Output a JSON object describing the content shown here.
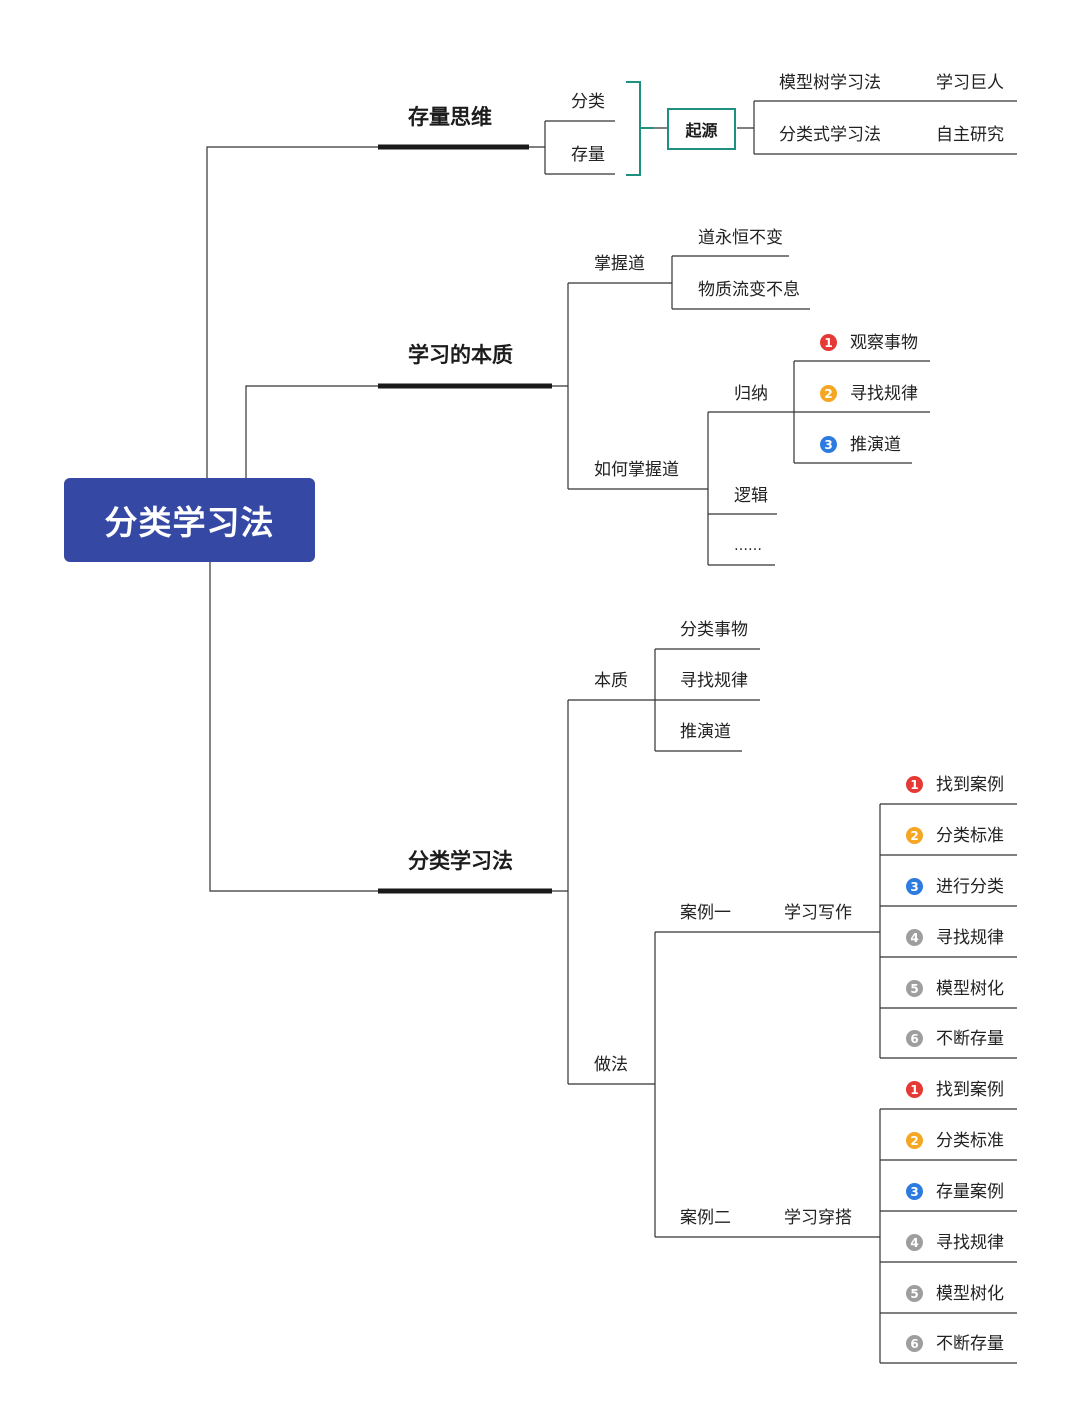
{
  "root": "分类学习法",
  "branches": {
    "stock": {
      "title": "存量思维",
      "items": [
        "分类",
        "存量"
      ],
      "origin": "起源",
      "methods": [
        {
          "name": "模型树学习法",
          "source": "学习巨人"
        },
        {
          "name": "分类式学习法",
          "source": "自主研究"
        }
      ]
    },
    "essence": {
      "title": "学习的本质",
      "master": {
        "label": "掌握道",
        "items": [
          "道永恒不变",
          "物质流变不息"
        ]
      },
      "how": {
        "label": "如何掌握道",
        "induction": {
          "label": "归纳",
          "steps": [
            "观察事物",
            "寻找规律",
            "推演道"
          ]
        },
        "logic": "逻辑",
        "more": "……"
      }
    },
    "method": {
      "title": "分类学习法",
      "nature": {
        "label": "本质",
        "items": [
          "分类事物",
          "寻找规律",
          "推演道"
        ]
      },
      "practice": {
        "label": "做法",
        "cases": [
          {
            "label": "案例一",
            "topic": "学习写作",
            "steps": [
              "找到案例",
              "分类标准",
              "进行分类",
              "寻找规律",
              "模型树化",
              "不断存量"
            ]
          },
          {
            "label": "案例二",
            "topic": "学习穿搭",
            "steps": [
              "找到案例",
              "分类标准",
              "存量案例",
              "寻找规律",
              "模型树化",
              "不断存量"
            ]
          }
        ]
      }
    }
  },
  "badge_numbers": [
    "1",
    "2",
    "3",
    "4",
    "5",
    "6"
  ],
  "colors": {
    "root_fill": "#3548a4",
    "origin_border": "#1f8f7f",
    "badge_1": "#e53935",
    "badge_2": "#f5a623",
    "badge_3": "#2e7be0",
    "badge_other": "#9e9e9e"
  }
}
